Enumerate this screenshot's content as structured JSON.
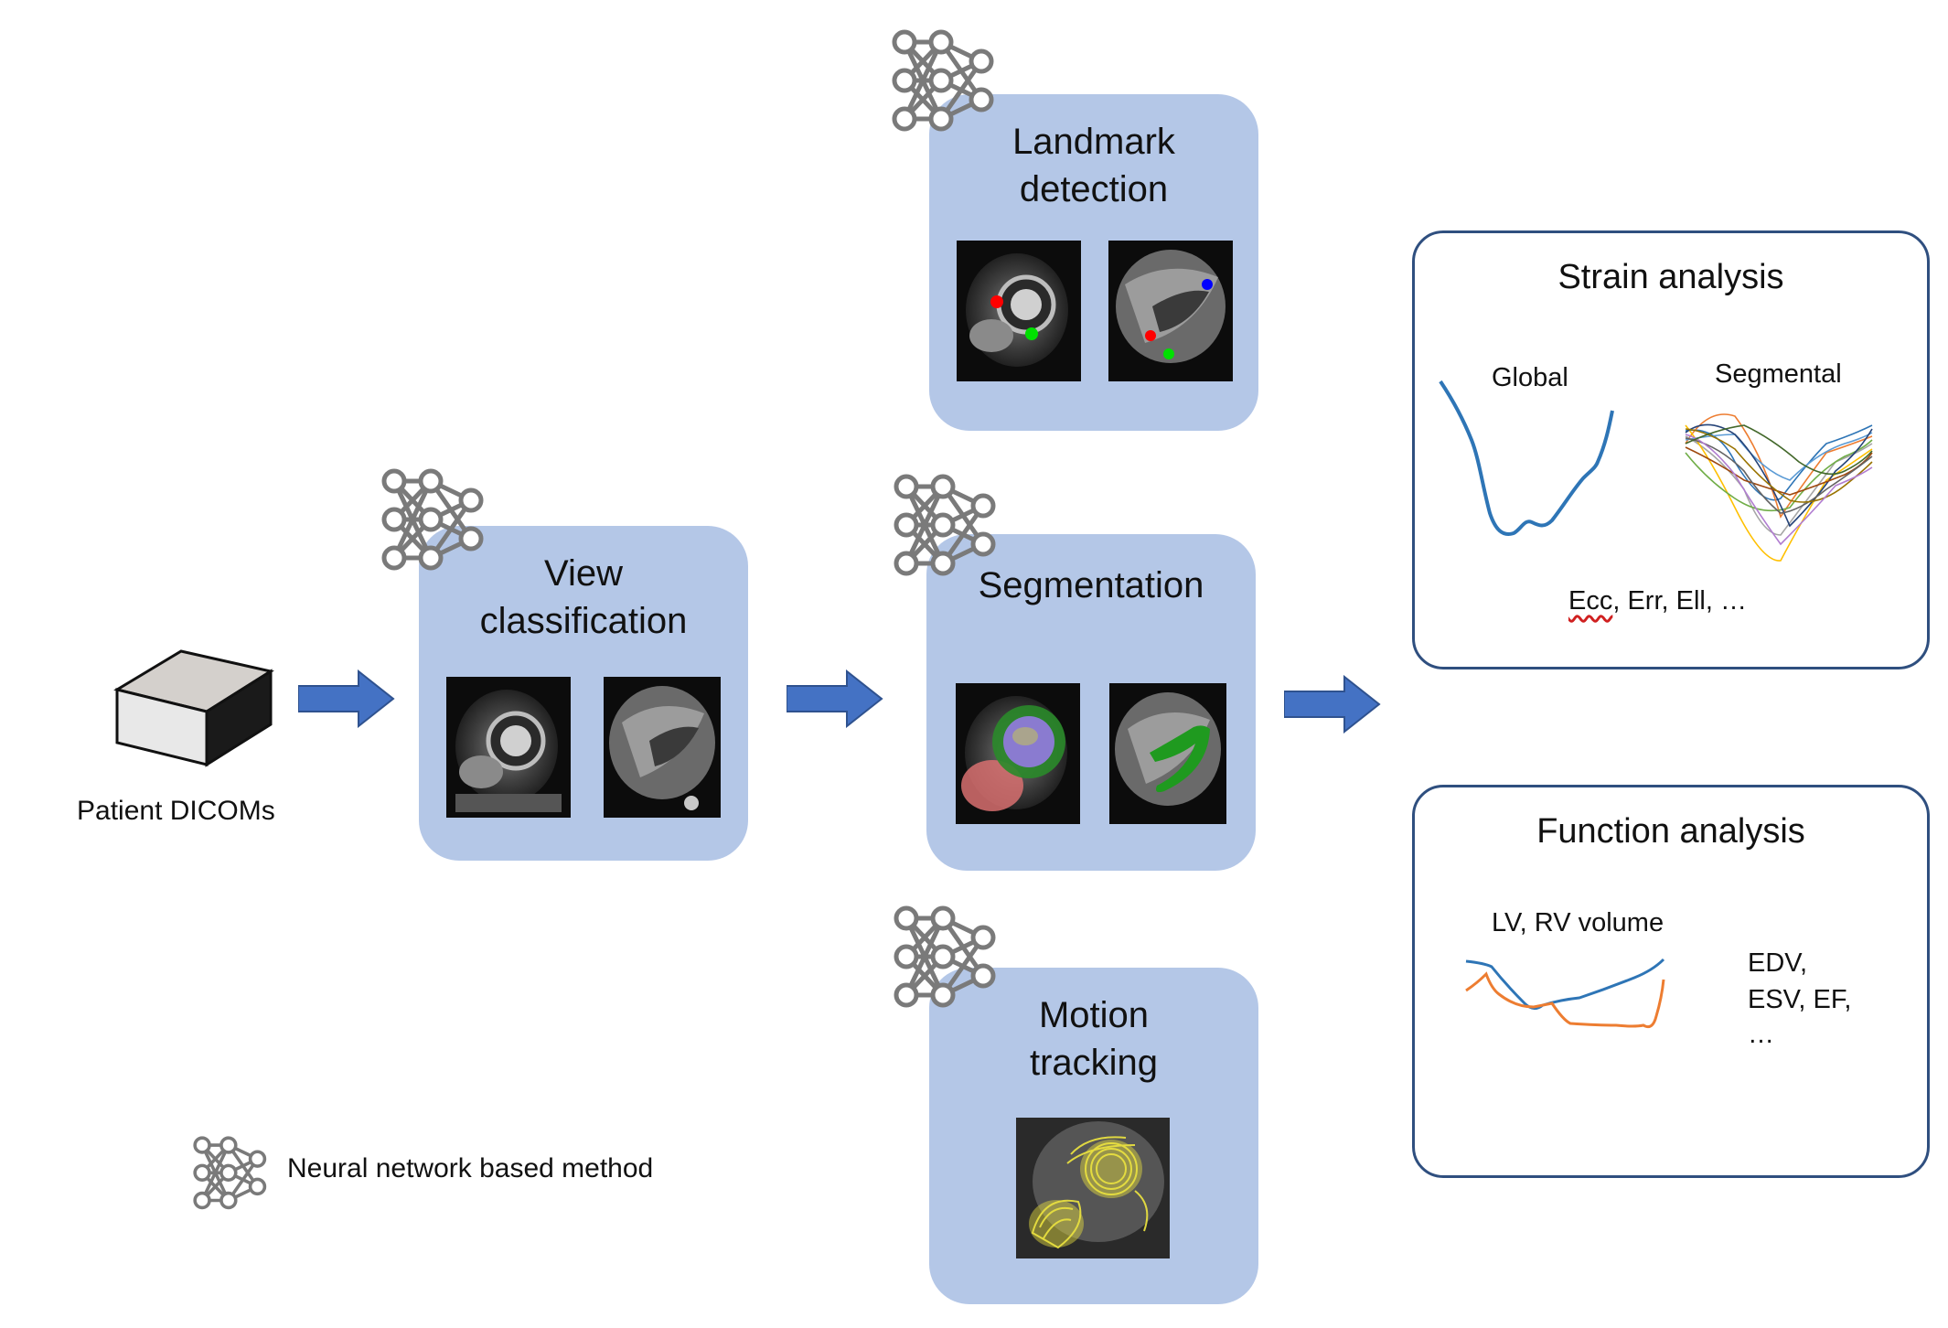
{
  "input": {
    "label": "Patient DICOMs",
    "icon": "dicom-box-icon"
  },
  "stages": {
    "view_classification": {
      "title_line1": "View",
      "title_line2": "classification"
    },
    "landmark_detection": {
      "title_line1": "Landmark",
      "title_line2": "detection"
    },
    "segmentation": {
      "title": "Segmentation"
    },
    "motion_tracking": {
      "title_line1": "Motion",
      "title_line2": "tracking"
    }
  },
  "outputs": {
    "strain": {
      "title": "Strain analysis",
      "global_label": "Global",
      "segmental_label": "Segmental",
      "metrics_ecc": "Ecc",
      "metrics_rest": ", Err, Ell, …"
    },
    "function": {
      "title": "Function analysis",
      "volume_label": "LV, RV volume",
      "metrics_line1": "EDV,",
      "metrics_line2": "ESV, EF,",
      "metrics_line3": "…"
    }
  },
  "legend": {
    "label": "Neural network based method",
    "icon": "neural-network-icon"
  },
  "colors": {
    "stage_fill": "#b4c7e7",
    "arrow": "#4472c4",
    "panel_border": "#2f4f7f",
    "nn_icon": "#7a7a7a",
    "lv_curve": "#2e75b6",
    "rv_curve": "#ed7d31",
    "landmark_red": "#ff0000",
    "landmark_green": "#00e000",
    "landmark_blue": "#0000ff"
  }
}
